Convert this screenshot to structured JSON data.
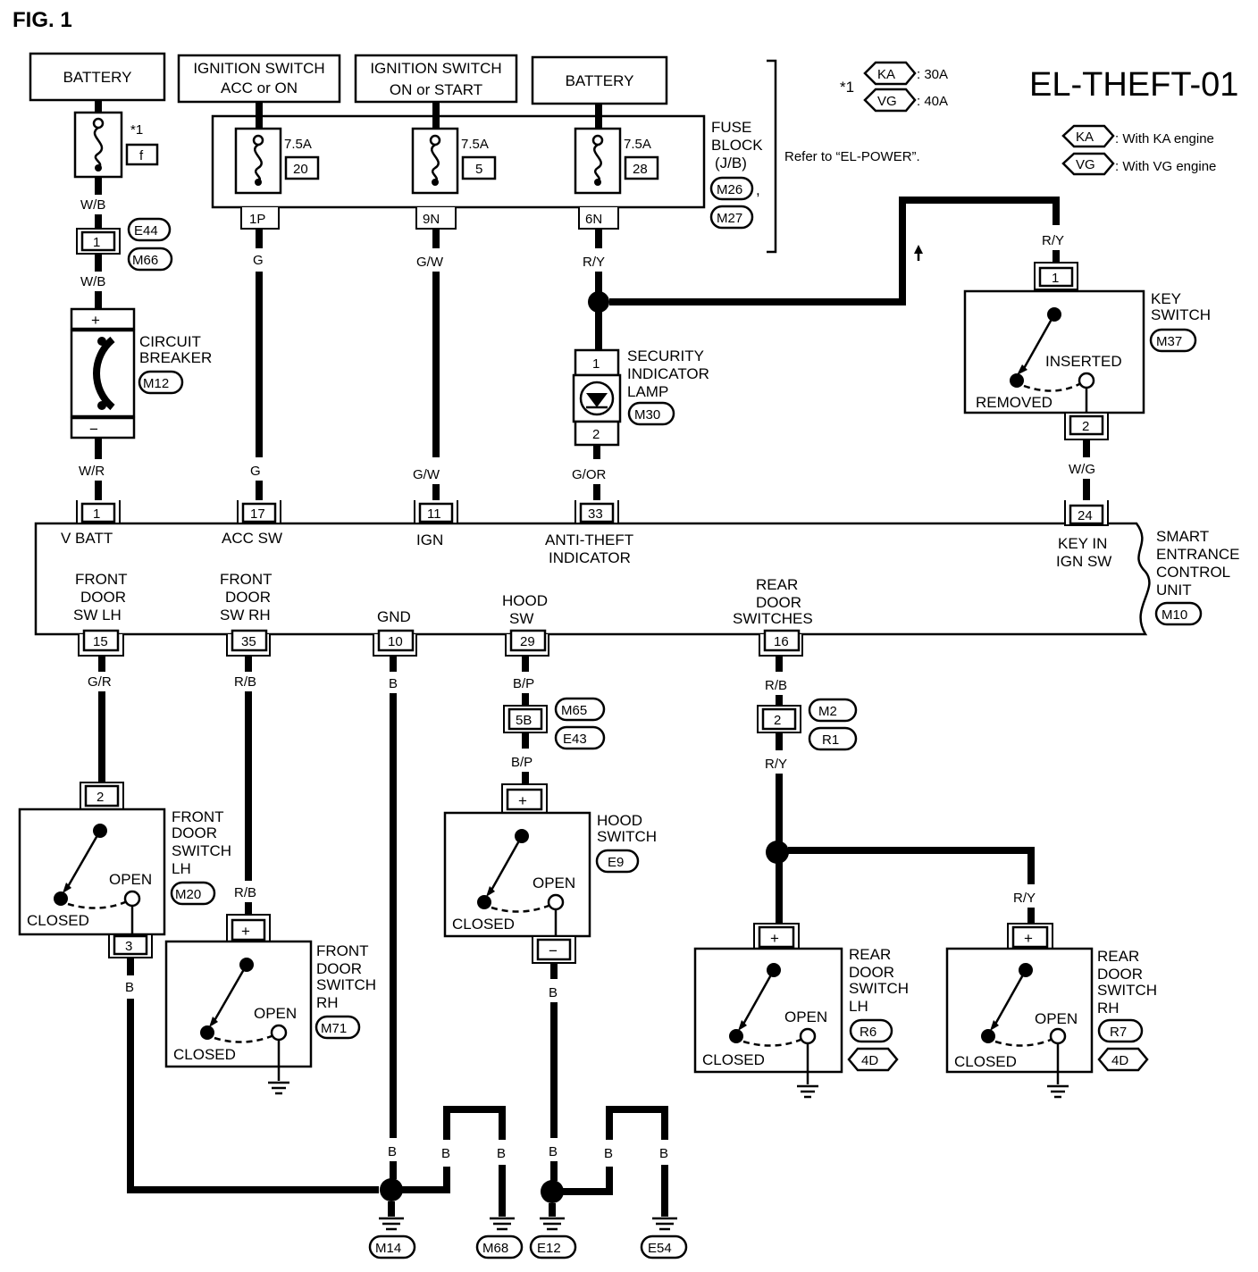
{
  "figure_label": "FIG. 1",
  "title": "EL-THEFT-01",
  "notes": {
    "star1": "*1",
    "ka_amp": ": 30A",
    "vg_amp": ": 40A",
    "ka_desc": ": With KA engine",
    "vg_desc": ": With VG engine",
    "refer": "Refer to “EL-POWER”.",
    "ka": "KA",
    "vg": "VG"
  },
  "power": {
    "battery_left": "BATTERY",
    "ign_acc_1": "IGNITION SWITCH",
    "ign_acc_2": "ACC or ON",
    "ign_start_1": "IGNITION SWITCH",
    "ign_start_2": "ON or START",
    "battery_right": "BATTERY"
  },
  "fuse_block": {
    "l1": "FUSE",
    "l2": "BLOCK",
    "l3": "(J/B)",
    "conn1": "M26",
    "comma": ",",
    "conn2": "M27",
    "fuses": [
      {
        "amp": "7.5A",
        "num": "20",
        "term": "1P"
      },
      {
        "amp": "7.5A",
        "num": "5",
        "term": "9N"
      },
      {
        "amp": "7.5A",
        "num": "28",
        "term": "6N"
      }
    ],
    "fl_star": "*1",
    "fl_letter": "f"
  },
  "wires": {
    "wb1": "W/B",
    "wb2": "W/B",
    "wr": "W/R",
    "g1": "G",
    "g2": "G",
    "gw1": "G/W",
    "gw2": "G/W",
    "ry1": "R/Y",
    "gor": "G/OR",
    "ry_key": "R/Y",
    "wg": "W/G",
    "gr": "G/R",
    "rb1": "R/B",
    "rb2": "R/B",
    "b_gnd": "B",
    "bp1": "B/P",
    "bp2": "B/P",
    "rb3": "R/B",
    "ry3": "R/Y",
    "ry4": "R/Y",
    "b_lh": "B",
    "b_hood": "B",
    "b1": "B",
    "b2": "B",
    "b3": "B",
    "b4": "B",
    "b5": "B",
    "b6": "B"
  },
  "connectors": {
    "e44_pin": "1",
    "e44": "E44",
    "m66": "M66",
    "m65": "M65",
    "e43": "E43",
    "pin_5b": "5B",
    "m2": "M2",
    "r1": "R1",
    "pin_2": "2"
  },
  "circuit_breaker": {
    "l1": "CIRCUIT",
    "l2": "BREAKER",
    "conn": "M12",
    "plus": "+",
    "minus": "−"
  },
  "security_lamp": {
    "l1": "SECURITY",
    "l2": "INDICATOR",
    "l3": "LAMP",
    "conn": "M30",
    "pin1": "1",
    "pin2": "2"
  },
  "key_switch": {
    "l1": "KEY",
    "l2": "SWITCH",
    "conn": "M37",
    "inserted": "INSERTED",
    "removed": "REMOVED",
    "pin1": "1",
    "pin2": "2"
  },
  "control_unit": {
    "l1": "SMART",
    "l2": "ENTRANCE",
    "l3": "CONTROL",
    "l4": "UNIT",
    "conn": "M10",
    "top_pins": [
      {
        "pin": "1",
        "label": "V BATT"
      },
      {
        "pin": "17",
        "label": "ACC SW"
      },
      {
        "pin": "11",
        "label": "IGN"
      },
      {
        "pin": "33",
        "label": "ANTI-THEFT",
        "label2": "INDICATOR"
      },
      {
        "pin": "24",
        "label": "KEY IN",
        "label2": "IGN SW"
      }
    ],
    "bottom_pins": [
      {
        "pin": "15",
        "l1": "FRONT",
        "l2": "DOOR",
        "l3": "SW LH"
      },
      {
        "pin": "35",
        "l1": "FRONT",
        "l2": "DOOR",
        "l3": "SW RH"
      },
      {
        "pin": "10",
        "l1": "GND"
      },
      {
        "pin": "29",
        "l1": "HOOD",
        "l2": "SW"
      },
      {
        "pin": "16",
        "l1": "REAR",
        "l2": "DOOR",
        "l3": "SWITCHES"
      }
    ]
  },
  "switches": {
    "fdlh": {
      "l1": "FRONT",
      "l2": "DOOR",
      "l3": "SWITCH",
      "l4": "LH",
      "conn": "M20",
      "open": "OPEN",
      "closed": "CLOSED",
      "pin_top": "2",
      "pin_bot": "3"
    },
    "fdrh": {
      "l1": "FRONT",
      "l2": "DOOR",
      "l3": "SWITCH",
      "l4": "RH",
      "conn": "M71",
      "open": "OPEN",
      "closed": "CLOSED",
      "plus": "+"
    },
    "hood": {
      "l1": "HOOD",
      "l2": "SWITCH",
      "conn": "E9",
      "open": "OPEN",
      "closed": "CLOSED",
      "plus": "+",
      "minus": "−"
    },
    "rdlh": {
      "l1": "REAR",
      "l2": "DOOR",
      "l3": "SWITCH",
      "l4": "LH",
      "conn": "R6",
      "conn2": "4D",
      "open": "OPEN",
      "closed": "CLOSED",
      "plus": "+"
    },
    "rdrh": {
      "l1": "REAR",
      "l2": "DOOR",
      "l3": "SWITCH",
      "l4": "RH",
      "conn": "R7",
      "conn2": "4D",
      "open": "OPEN",
      "closed": "CLOSED",
      "plus": "+"
    }
  },
  "grounds": [
    "M14",
    "M68",
    "E12",
    "E54"
  ]
}
